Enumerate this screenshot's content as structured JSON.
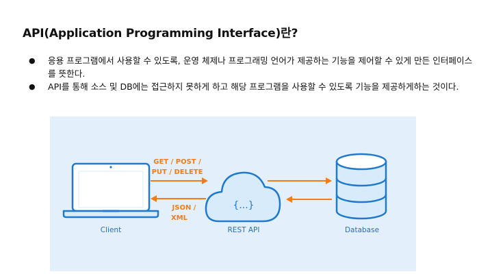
{
  "heading": "API(Application Programming Interface)란?",
  "bullets": [
    "응용 프로그램에서 사용할 수 있도록, 운영 체제나 프로그래밍 언어가 제공하는 기능을 제어할 수 있게 만든 인터페이스를 뜻한다.",
    "API를 통해 소스 및 DB에는 접근하지 못하게 하고 해당 프로그램을 사용할 수 있도록 기능을 제공하게하는 것이다."
  ],
  "diagram": {
    "request_line1": "GET / POST /",
    "request_line2": "PUT / DELETE",
    "response_line1": "JSON /",
    "response_line2": "XML",
    "cloud_symbol": "{...}",
    "client_label": "Client",
    "api_label": "REST API",
    "database_label": "Database",
    "colors": {
      "background": "#e3effb",
      "blue": "#1f7acd",
      "orange": "#f07d18",
      "label_blue": "#2a6fb5",
      "screen": "#ffffff",
      "fill": "#d8ebfa"
    },
    "icons": [
      "laptop-icon",
      "cloud-icon",
      "database-icon",
      "arrow-right-icon",
      "arrow-left-icon"
    ]
  }
}
